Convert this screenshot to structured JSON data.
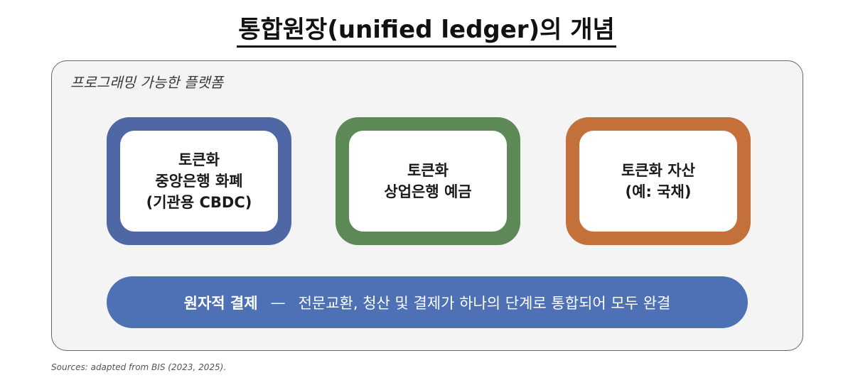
{
  "title": "통합원장(unified ledger)의 개념",
  "platform": {
    "label": "프로그래밍 가능한 플랫폼"
  },
  "cards": [
    {
      "lines": [
        "토큰화",
        "중앙은행 화폐",
        "(기관용 CBDC)"
      ],
      "color": "#4f67a4"
    },
    {
      "lines": [
        "토큰화",
        "상업은행 예금"
      ],
      "color": "#5d8957"
    },
    {
      "lines": [
        "토큰화 자산",
        "(예: 국채)"
      ],
      "color": "#c4703b"
    }
  ],
  "settlement": {
    "title": "원자적 결제",
    "dash": "—",
    "description": "전문교환, 청산 및 결제가 하나의 단계로 통합되어 모두 완결",
    "color": "#4e71b6"
  },
  "source": "Sources: adapted from BIS (2023, 2025)."
}
